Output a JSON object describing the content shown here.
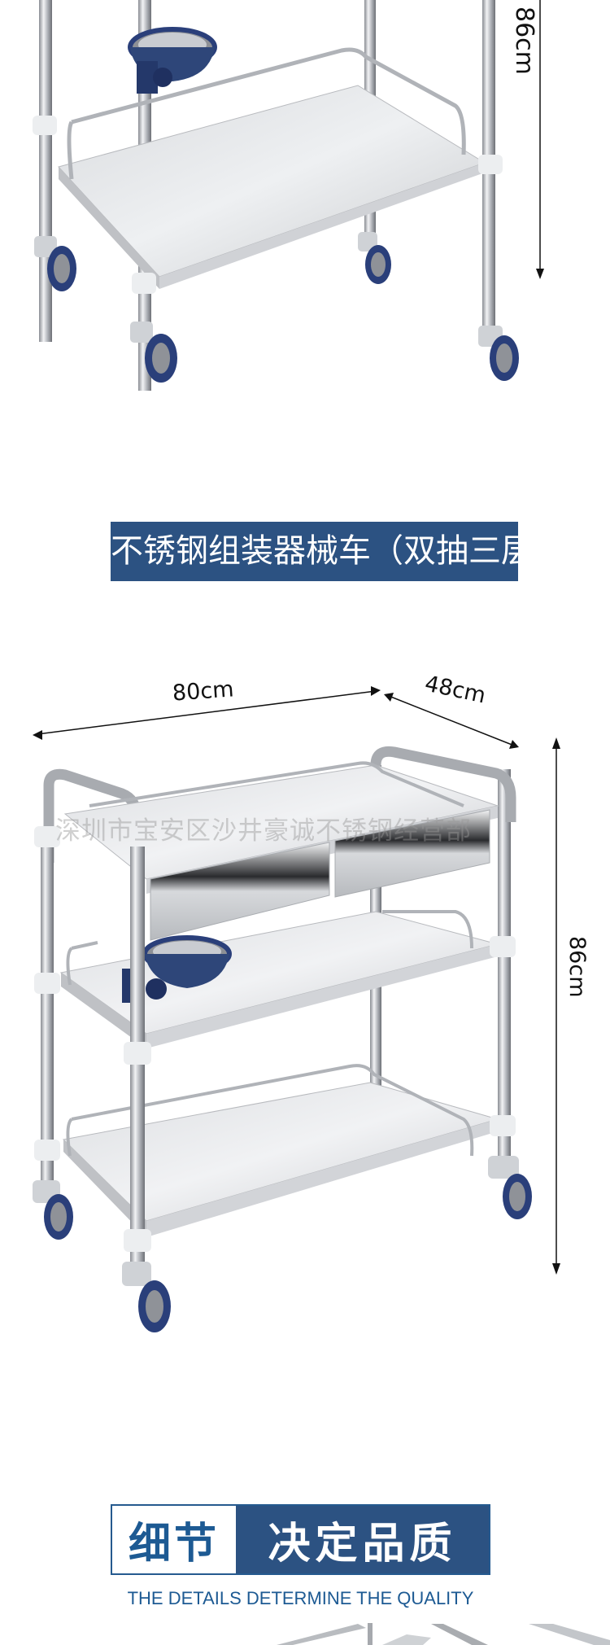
{
  "top_section": {
    "height_label": "86cm"
  },
  "product_title": "不锈钢组装器械车（双抽三层）",
  "dimensions": {
    "width_label": "80cm",
    "depth_label": "48cm",
    "height_label": "86cm"
  },
  "watermark": "深圳市宝安区沙井豪诚不锈钢经营部",
  "details_banner": {
    "left_text": "细节",
    "right_text": "决定品质",
    "subtitle": "THE DETAILS DETERMINE THE QUALITY"
  },
  "colors": {
    "brand_blue": "#2c5282",
    "accent_blue_text": "#1d5a93",
    "wheel_blue": "#2a3f7a",
    "steel": "#c8cbd0"
  }
}
